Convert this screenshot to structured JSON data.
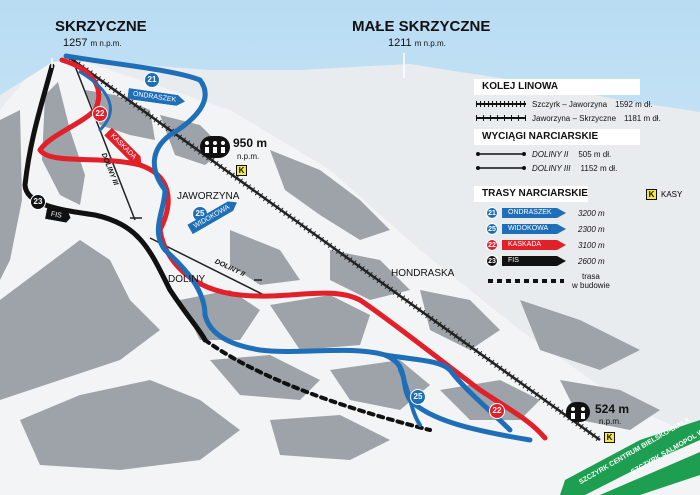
{
  "peaks": {
    "skrzyczne": {
      "name": "SKRZYCZNE",
      "alt": "1257",
      "unit": "m n.p.m."
    },
    "male": {
      "name": "MAŁE SKRZYCZNE",
      "alt": "1211",
      "unit": "m n.p.m."
    }
  },
  "places": {
    "jaworzyna": "JAWORZYNA",
    "doliny": "DOLINY",
    "hondraska": "HONDRASKA"
  },
  "stations": {
    "top": {
      "alt": "950 m",
      "unit": "n.p.m."
    },
    "bottom": {
      "alt": "524 m",
      "unit": "n.p.m."
    }
  },
  "kasy_letter": "K",
  "legend": {
    "kolej_title": "KOLEJ LINOWA",
    "kolej": [
      {
        "name": "Szczyrk – Jaworzyna",
        "length": "1592 m dł."
      },
      {
        "name": "Jaworzyna – Skrzyczne",
        "length": "1181 m dł."
      }
    ],
    "wyciagi_title": "WYCIĄGI NARCIARSKIE",
    "wyciagi": [
      {
        "name": "DOLINY II",
        "length": "505 m dł."
      },
      {
        "name": "DOLINY III",
        "length": "1152 m dł."
      }
    ],
    "trasy_title": "TRASY NARCIARSKIE",
    "trasy": [
      {
        "num": "21",
        "name": "ONDRASZEK",
        "length": "3200 m",
        "color": "#1f6fb8"
      },
      {
        "num": "25",
        "name": "WIDOKOWA",
        "length": "2300 m",
        "color": "#1f6fb8"
      },
      {
        "num": "22",
        "name": "KASKADA",
        "length": "3100 m",
        "color": "#e1202a"
      },
      {
        "num": "23",
        "name": "FIS",
        "length": "2600 m",
        "color": "#111111"
      }
    ],
    "budowa_line1": "trasa",
    "budowa_line2": "w budowie",
    "kasy_label": "KASY"
  },
  "runs_on_map": {
    "ondraszek": {
      "num": "21",
      "name": "ONDRASZEK"
    },
    "kaskada": {
      "num": "22",
      "name": "KASKADA"
    },
    "fis": {
      "num": "23",
      "name": "FIS"
    },
    "widokowa": {
      "num": "25",
      "name": "WIDOKOWA"
    },
    "lower25": {
      "num": "25"
    },
    "lower22": {
      "num": "22"
    }
  },
  "lifts_on_map": {
    "d3": "DOLINY III",
    "d2": "DOLINY II"
  },
  "roads": {
    "left": "SZCZYRK CENTRUM BIELSKO-BIAŁA",
    "right": "SZCZYRK SALMOPOL WISŁA"
  },
  "colors": {
    "blue": "#1f6fb8",
    "red": "#e1202a",
    "black": "#111111",
    "road": "#1e9e50",
    "kasy": "#f7e64a"
  }
}
